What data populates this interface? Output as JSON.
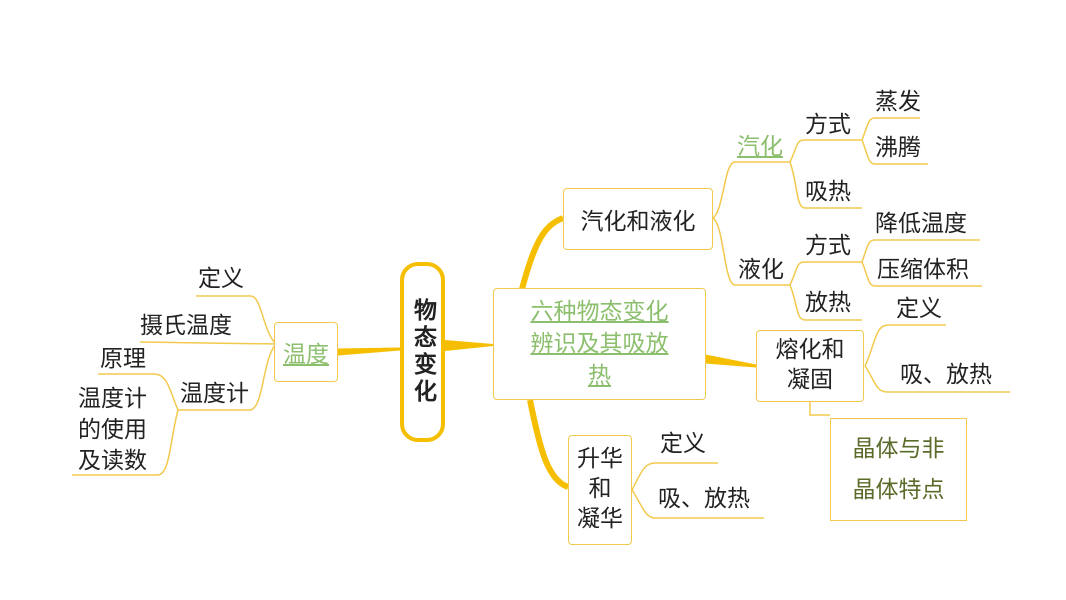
{
  "root": "物态变化",
  "center": "六种物态变化辨识及其吸放热",
  "temp": {
    "label": "温度",
    "definition": "定义",
    "celsius": "摄氏温度",
    "thermometer": "温度计",
    "principle": "原理",
    "usage": [
      "温度计",
      "的使用",
      "及读数"
    ]
  },
  "vapor": {
    "label": "汽化和液化",
    "vaporization": "汽化",
    "method": "方式",
    "evaporation": "蒸发",
    "boiling": "沸腾",
    "absorb": "吸热",
    "liquefaction": "液化",
    "method2": "方式",
    "cooling": "降低温度",
    "compress": "压缩体积",
    "release": "放热"
  },
  "melt": {
    "label": [
      "熔化和",
      "凝固"
    ],
    "definition": "定义",
    "heat": "吸、放热",
    "note": [
      "晶体与非",
      "晶体特点"
    ]
  },
  "subl": {
    "label": [
      "升华",
      "和",
      "凝华"
    ],
    "definition": "定义",
    "heat": "吸、放热"
  },
  "colors": {
    "branch": "#f5bf00",
    "line": "#f2c94c",
    "link": "#8cbf6d",
    "note_text": "#5a6b2a"
  }
}
